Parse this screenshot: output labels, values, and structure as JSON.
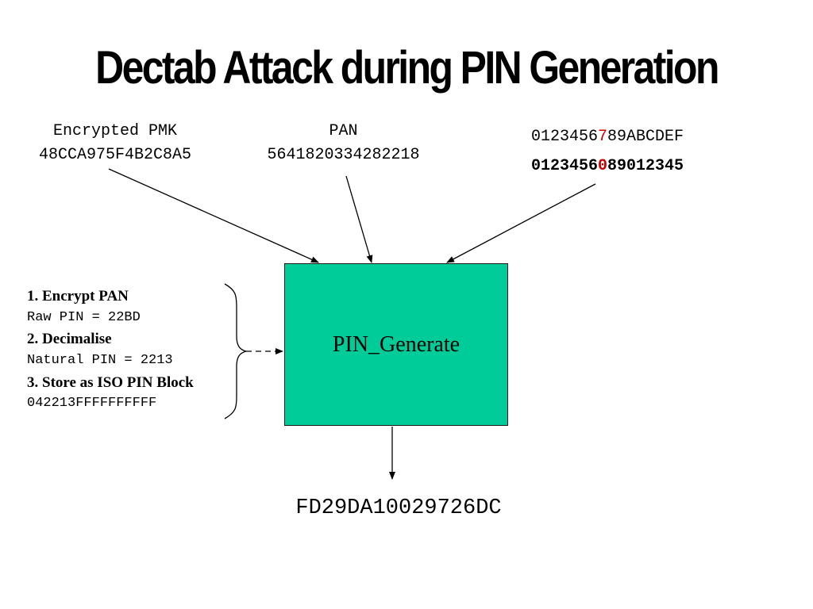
{
  "title": "Dectab Attack during PIN Generation",
  "inputs": {
    "pmk": {
      "label": "Encrypted PMK",
      "value": "48CCA975F4B2C8A5"
    },
    "pan": {
      "label": "PAN",
      "value": "5641820334282218"
    },
    "dectab": {
      "alphabet_before": "0123456",
      "alphabet_highlight": "7",
      "alphabet_after": "89ABCDEF",
      "table_before": "0123456",
      "table_highlight": "0",
      "table_after": "89012345",
      "highlight_color": "#cc0000"
    }
  },
  "process": {
    "label": "PIN_Generate",
    "fill_color": "#00cc99"
  },
  "steps": [
    {
      "label": "1. Encrypt PAN",
      "value": "Raw PIN = 22BD"
    },
    {
      "label": "2. Decimalise",
      "value": "Natural PIN = 2213"
    },
    {
      "label": "3. Store as ISO PIN Block",
      "value": "042213FFFFFFFFFF"
    }
  ],
  "output": "FD29DA10029726DC"
}
